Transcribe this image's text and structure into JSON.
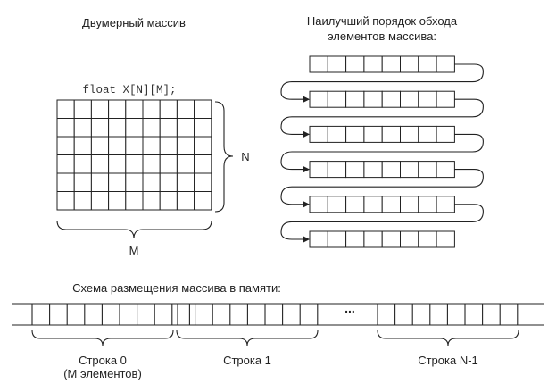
{
  "titles": {
    "left": "Двумерный массив",
    "right_line1": "Наилучший порядок обхода",
    "right_line2": "элементов массива:"
  },
  "code_label": "float X[N][M];",
  "grid": {
    "rows": 6,
    "cols": 9,
    "rows_label": "N",
    "cols_label": "M"
  },
  "traversal": {
    "rows": 6,
    "cells_per_row": 8
  },
  "memory": {
    "title": "Схема размещения массива в памяти:",
    "ellipsis": "...",
    "row_labels": {
      "row0_line1": "Строка 0",
      "row0_line2": "(M элементов)",
      "row1": "Строка 1",
      "rowN": "Строка N-1"
    }
  },
  "colors": {
    "ink": "#222222",
    "background": "#ffffff"
  }
}
